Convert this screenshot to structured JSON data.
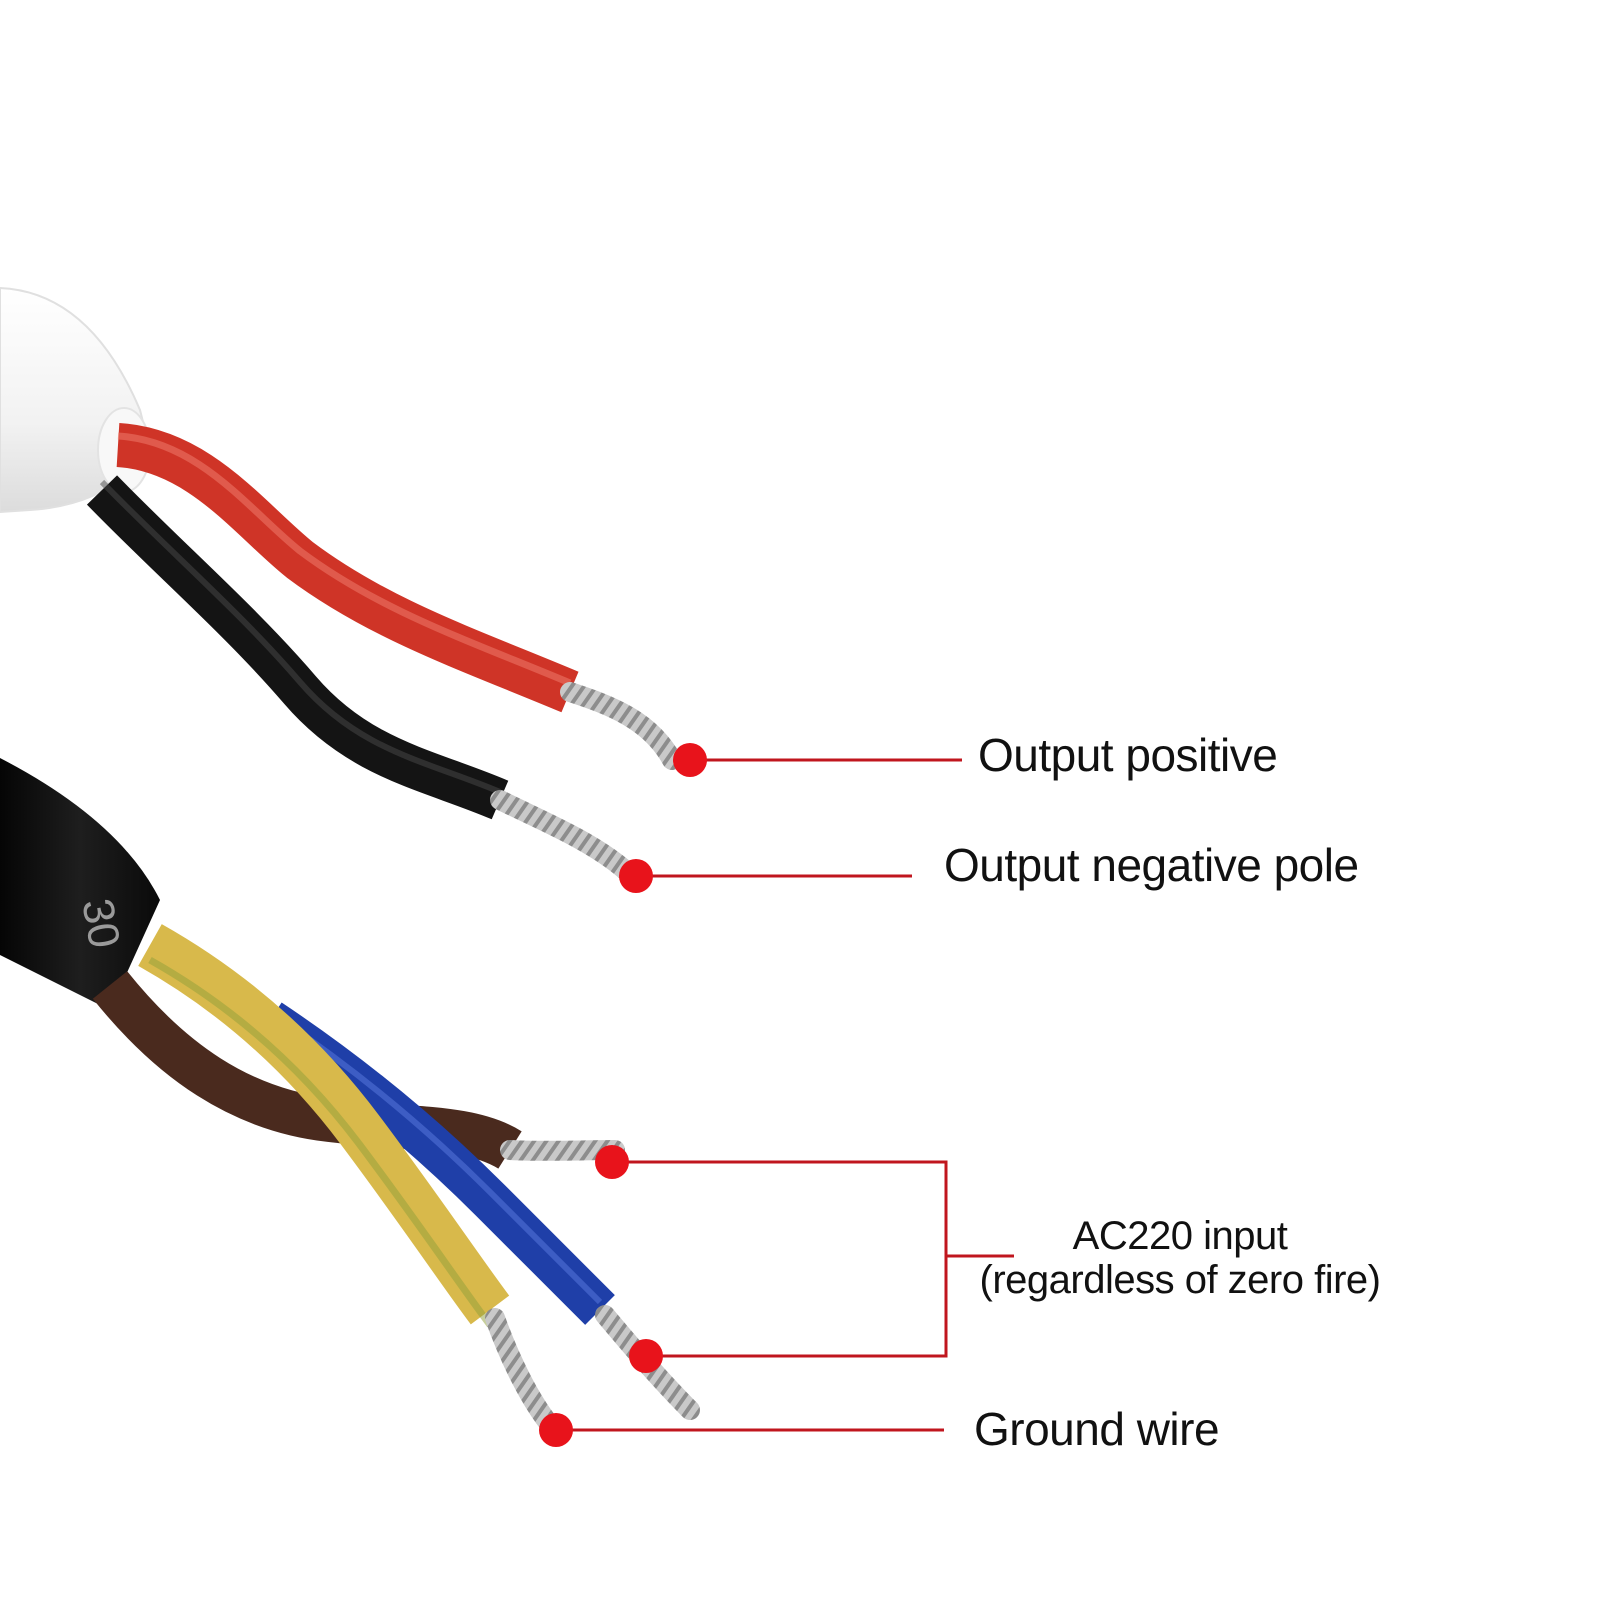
{
  "labels": {
    "output_positive": "Output positive",
    "output_negative": "Output negative pole",
    "ac_input_line1": "AC220 input",
    "ac_input_line2": "(regardless of zero fire)",
    "ground": "Ground wire"
  },
  "cable_marking": "30",
  "colors": {
    "marker": "#e8131b",
    "leader_line": "#c0161e",
    "red_wire": "#d23a2c",
    "black_wire": "#1a1a1a",
    "brown_wire": "#4a2a1e",
    "blue_wire": "#1f3fa8",
    "yellow_green_wire": "#d9b84a",
    "white_jacket": "#f4f4f4",
    "black_jacket": "#0e0e0e",
    "copper_strands": "#b9b9b9"
  }
}
